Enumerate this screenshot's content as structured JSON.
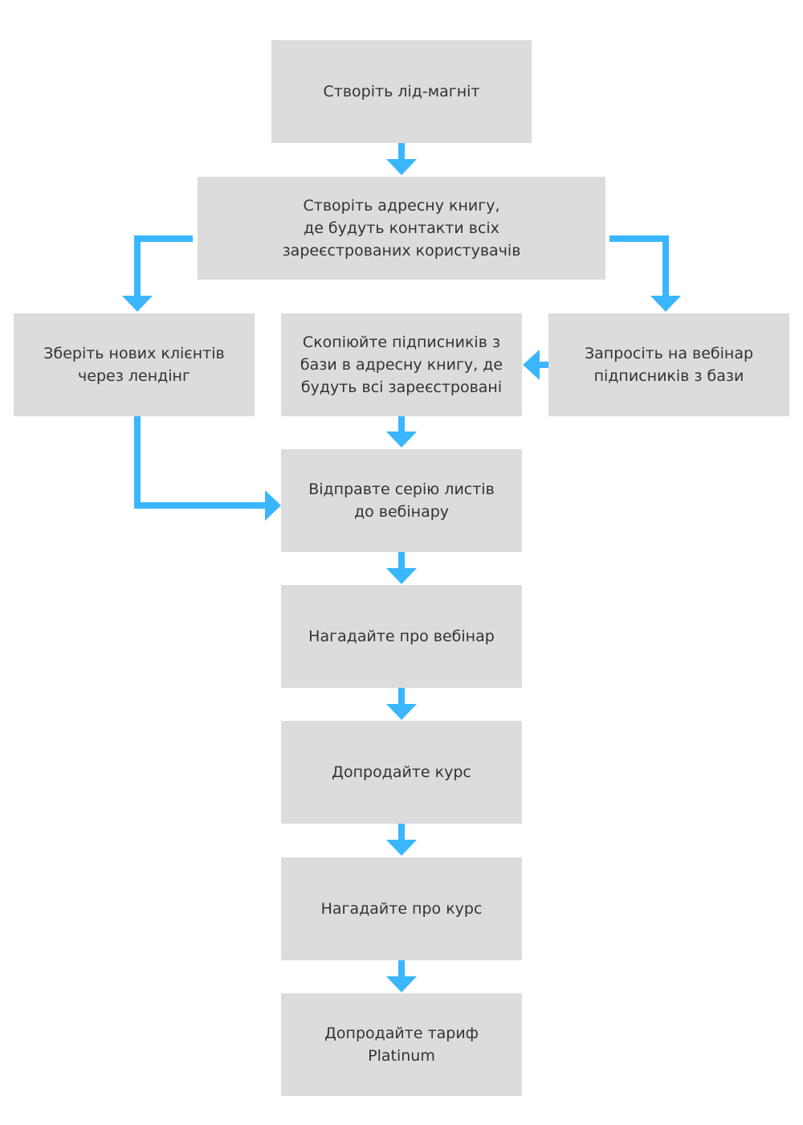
{
  "colors": {
    "node_fill": "#dcdcdc",
    "arrow": "#3ab6ff",
    "text": "#333333"
  },
  "nodes": {
    "create_lead_magnet": "Створіть лід-магніт",
    "create_address_book": "Створіть адресну книгу,\nде будуть контакти всіх\nзареєстрованих користувачів",
    "collect_clients_landing": "Зберіть нових клієнтів\nчерез лендінг",
    "copy_subscribers": "Скопіюйте підписників з\nбази в адресну книгу, де\nбудуть всі зареєстровані",
    "invite_to_webinar": "Запросіть на вебінар\nпідписників з бази",
    "send_email_series": "Відправте серію листів\nдо вебінару",
    "remind_webinar": "Нагадайте про вебінар",
    "upsell_course": "Допродайте курс",
    "remind_course": "Нагадайте про курс",
    "upsell_platinum": "Допродайте тариф\nPlatinum"
  },
  "edges": [
    {
      "from": "create_lead_magnet",
      "to": "create_address_book"
    },
    {
      "from": "create_address_book",
      "to": "collect_clients_landing"
    },
    {
      "from": "create_address_book",
      "to": "invite_to_webinar"
    },
    {
      "from": "invite_to_webinar",
      "to": "copy_subscribers"
    },
    {
      "from": "copy_subscribers",
      "to": "send_email_series"
    },
    {
      "from": "collect_clients_landing",
      "to": "send_email_series"
    },
    {
      "from": "send_email_series",
      "to": "remind_webinar"
    },
    {
      "from": "remind_webinar",
      "to": "upsell_course"
    },
    {
      "from": "upsell_course",
      "to": "remind_course"
    },
    {
      "from": "remind_course",
      "to": "upsell_platinum"
    }
  ]
}
